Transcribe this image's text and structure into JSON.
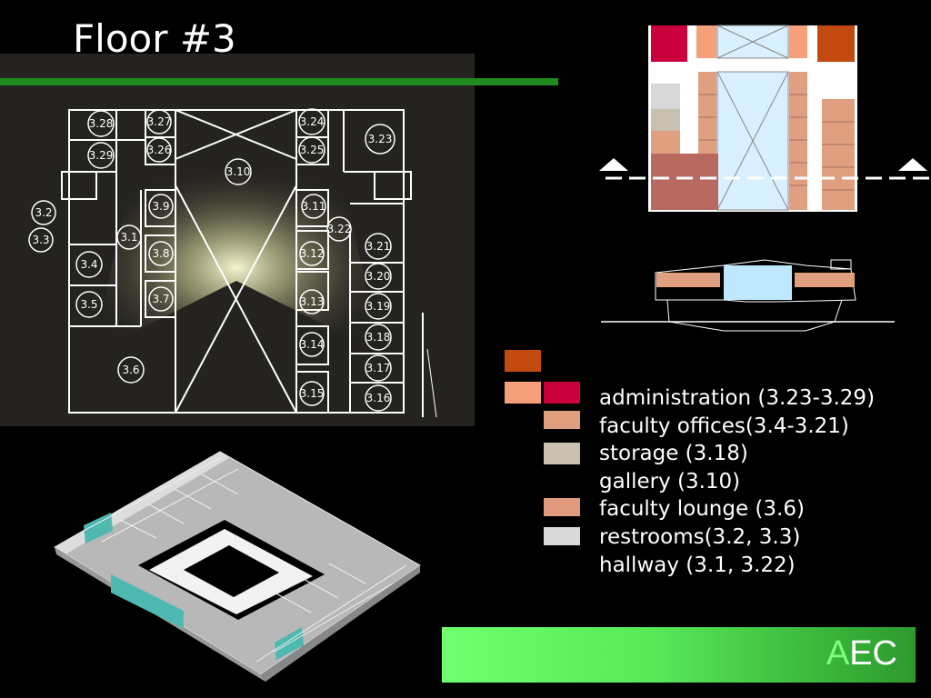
{
  "slide": {
    "title": "Floor #3",
    "brand": {
      "first_letter": "A",
      "rest": "EC"
    }
  },
  "floor_plan": {
    "room_labels": [
      "3.28",
      "3.27",
      "3.24",
      "3.23",
      "3.29",
      "3.26",
      "3.25",
      "3.10",
      "3.9",
      "3.11",
      "3.22",
      "3.2",
      "3.3",
      "3.1",
      "3.8",
      "3.12",
      "3.21",
      "3.4",
      "3.20",
      "3.5",
      "3.7",
      "3.13",
      "3.19",
      "3.18",
      "3.14",
      "3.6",
      "3.17",
      "3.15",
      "3.16"
    ]
  },
  "legend": {
    "items": [
      "administration (3.23-3.29)",
      "faculty offices(3.4-3.21)",
      "storage (3.18)",
      "gallery (3.10)",
      "faculty lounge (3.6)",
      "restrooms(3.2, 3.3)",
      "hallway (3.1, 3.22)"
    ]
  },
  "colors": {
    "administration": "#c8003c",
    "faculty_offices": "#e0a080",
    "storage": "#c8c0b0",
    "faculty_lounge": "#e09b7e",
    "restrooms": "#d8d8d8",
    "extra_orange": "#c24a10",
    "extra_peach": "#f5a07a",
    "accent_green": "#1f8a1f"
  }
}
